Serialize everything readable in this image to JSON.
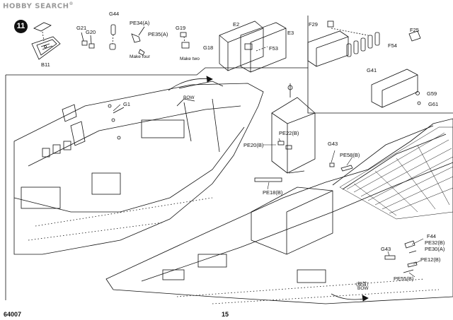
{
  "header": {
    "watermark": "HOBBY SEARCH",
    "watermark_reg": "®",
    "step_number": "11"
  },
  "top_panel": {
    "labels": {
      "b11": "B11",
      "g21": "G21",
      "g20": "G20",
      "g44": "G44",
      "pe34a": "PE34(A)",
      "pe35a": "PE35(A)",
      "make_four": "Make four",
      "g19": "G19",
      "g18": "G18",
      "make_two": "Make two",
      "e2": "E2",
      "e3": "E3",
      "f53": "F53",
      "f29": "F29",
      "f54": "F54",
      "g41": "G41",
      "f25": "F25",
      "g59": "G59",
      "g61": "G61"
    }
  },
  "main_panel": {
    "labels": {
      "bow_top": "BOW",
      "g1": "G1",
      "pe22b": "PE22(B)",
      "pe20b": "PE20(B)",
      "pe18b": "PE18(B)",
      "g43_top": "G43",
      "pe58b": "PE58(B)",
      "f44": "F44",
      "pe32b": "PE32(B)",
      "pe30a": "PE30(A)",
      "g43_bottom": "G43",
      "pe12b": "PE12(B)",
      "pe55b": "PE55(B)",
      "bow_cn": "(舰首)",
      "bow_bottom": "BOW"
    }
  },
  "footer": {
    "product_code": "64007",
    "page_number": "15"
  },
  "colors": {
    "ink": "#111111",
    "watermark": "#9a9a9a",
    "paper": "#ffffff"
  }
}
